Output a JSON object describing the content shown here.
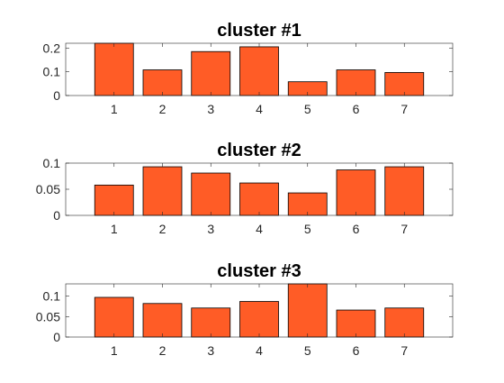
{
  "chart_data": [
    {
      "type": "bar",
      "title": "cluster #1",
      "categories": [
        "1",
        "2",
        "3",
        "4",
        "5",
        "6",
        "7"
      ],
      "values": [
        0.22,
        0.108,
        0.185,
        0.205,
        0.058,
        0.108,
        0.097
      ],
      "ylim": [
        0,
        0.22
      ],
      "yticks": [
        0,
        0.1,
        0.2
      ],
      "ytick_labels": [
        "0",
        "0.1",
        "0.2"
      ],
      "xlabel": "",
      "ylabel": "",
      "grid": false
    },
    {
      "type": "bar",
      "title": "cluster #2",
      "categories": [
        "1",
        "2",
        "3",
        "4",
        "5",
        "6",
        "7"
      ],
      "values": [
        0.058,
        0.093,
        0.081,
        0.062,
        0.043,
        0.087,
        0.093
      ],
      "ylim": [
        0,
        0.1
      ],
      "yticks": [
        0,
        0.05,
        0.1
      ],
      "ytick_labels": [
        "0",
        "0.05",
        "0.1"
      ],
      "xlabel": "",
      "ylabel": "",
      "grid": false
    },
    {
      "type": "bar",
      "title": "cluster #3",
      "categories": [
        "1",
        "2",
        "3",
        "4",
        "5",
        "6",
        "7"
      ],
      "values": [
        0.097,
        0.082,
        0.071,
        0.087,
        0.13,
        0.066,
        0.071
      ],
      "ylim": [
        0,
        0.13
      ],
      "yticks": [
        0,
        0.05,
        0.1
      ],
      "ytick_labels": [
        "0",
        "0.05",
        "0.1"
      ],
      "xlabel": "",
      "ylabel": "",
      "grid": false
    }
  ],
  "colors": {
    "bar_fill": "#FF5C26",
    "bar_edge": "#000000",
    "axis": "#262626",
    "tick_text": "#262626",
    "title_text": "#000000"
  }
}
